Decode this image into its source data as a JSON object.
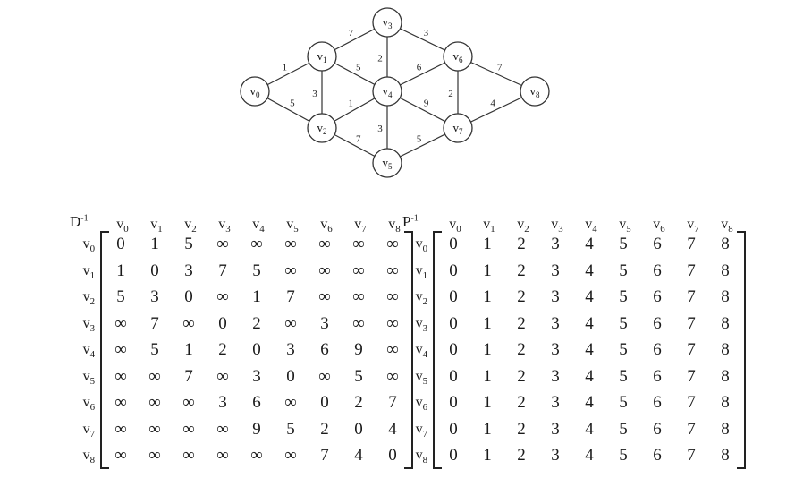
{
  "graph": {
    "nodes": [
      {
        "id": "v0",
        "label": "v",
        "sub": "0"
      },
      {
        "id": "v1",
        "label": "v",
        "sub": "1"
      },
      {
        "id": "v2",
        "label": "v",
        "sub": "2"
      },
      {
        "id": "v3",
        "label": "v",
        "sub": "3"
      },
      {
        "id": "v4",
        "label": "v",
        "sub": "4"
      },
      {
        "id": "v5",
        "label": "v",
        "sub": "5"
      },
      {
        "id": "v6",
        "label": "v",
        "sub": "6"
      },
      {
        "id": "v7",
        "label": "v",
        "sub": "7"
      },
      {
        "id": "v8",
        "label": "v",
        "sub": "8"
      }
    ],
    "edges": [
      {
        "from": "v0",
        "to": "v1",
        "weight": "1"
      },
      {
        "from": "v0",
        "to": "v2",
        "weight": "5"
      },
      {
        "from": "v1",
        "to": "v2",
        "weight": "3"
      },
      {
        "from": "v1",
        "to": "v3",
        "weight": "7"
      },
      {
        "from": "v1",
        "to": "v4",
        "weight": "5"
      },
      {
        "from": "v2",
        "to": "v4",
        "weight": "1"
      },
      {
        "from": "v2",
        "to": "v5",
        "weight": "7"
      },
      {
        "from": "v3",
        "to": "v4",
        "weight": "2"
      },
      {
        "from": "v3",
        "to": "v6",
        "weight": "3"
      },
      {
        "from": "v4",
        "to": "v5",
        "weight": "3"
      },
      {
        "from": "v4",
        "to": "v6",
        "weight": "6"
      },
      {
        "from": "v4",
        "to": "v7",
        "weight": "9"
      },
      {
        "from": "v5",
        "to": "v7",
        "weight": "5"
      },
      {
        "from": "v6",
        "to": "v7",
        "weight": "2"
      },
      {
        "from": "v6",
        "to": "v8",
        "weight": "7"
      },
      {
        "from": "v7",
        "to": "v8",
        "weight": "4"
      }
    ]
  },
  "matrices": [
    {
      "id": "D",
      "title": "D",
      "title_sup": "-1",
      "cols": [
        "0",
        "1",
        "2",
        "3",
        "4",
        "5",
        "6",
        "7",
        "8"
      ],
      "var": "v",
      "rows": [
        [
          "0",
          "1",
          "5",
          "∞",
          "∞",
          "∞",
          "∞",
          "∞",
          "∞"
        ],
        [
          "1",
          "0",
          "3",
          "7",
          "5",
          "∞",
          "∞",
          "∞",
          "∞"
        ],
        [
          "5",
          "3",
          "0",
          "∞",
          "1",
          "7",
          "∞",
          "∞",
          "∞"
        ],
        [
          "∞",
          "7",
          "∞",
          "0",
          "2",
          "∞",
          "3",
          "∞",
          "∞"
        ],
        [
          "∞",
          "5",
          "1",
          "2",
          "0",
          "3",
          "6",
          "9",
          "∞"
        ],
        [
          "∞",
          "∞",
          "7",
          "∞",
          "3",
          "0",
          "∞",
          "5",
          "∞"
        ],
        [
          "∞",
          "∞",
          "∞",
          "3",
          "6",
          "∞",
          "0",
          "2",
          "7"
        ],
        [
          "∞",
          "∞",
          "∞",
          "∞",
          "9",
          "5",
          "2",
          "0",
          "4"
        ],
        [
          "∞",
          "∞",
          "∞",
          "∞",
          "∞",
          "∞",
          "7",
          "4",
          "0"
        ]
      ]
    },
    {
      "id": "P",
      "title": "P",
      "title_sup": "-1",
      "cols": [
        "0",
        "1",
        "2",
        "3",
        "4",
        "5",
        "6",
        "7",
        "8"
      ],
      "var": "v",
      "rows": [
        [
          "0",
          "1",
          "2",
          "3",
          "4",
          "5",
          "6",
          "7",
          "8"
        ],
        [
          "0",
          "1",
          "2",
          "3",
          "4",
          "5",
          "6",
          "7",
          "8"
        ],
        [
          "0",
          "1",
          "2",
          "3",
          "4",
          "5",
          "6",
          "7",
          "8"
        ],
        [
          "0",
          "1",
          "2",
          "3",
          "4",
          "5",
          "6",
          "7",
          "8"
        ],
        [
          "0",
          "1",
          "2",
          "3",
          "4",
          "5",
          "6",
          "7",
          "8"
        ],
        [
          "0",
          "1",
          "2",
          "3",
          "4",
          "5",
          "6",
          "7",
          "8"
        ],
        [
          "0",
          "1",
          "2",
          "3",
          "4",
          "5",
          "6",
          "7",
          "8"
        ],
        [
          "0",
          "1",
          "2",
          "3",
          "4",
          "5",
          "6",
          "7",
          "8"
        ],
        [
          "0",
          "1",
          "2",
          "3",
          "4",
          "5",
          "6",
          "7",
          "8"
        ]
      ]
    }
  ]
}
